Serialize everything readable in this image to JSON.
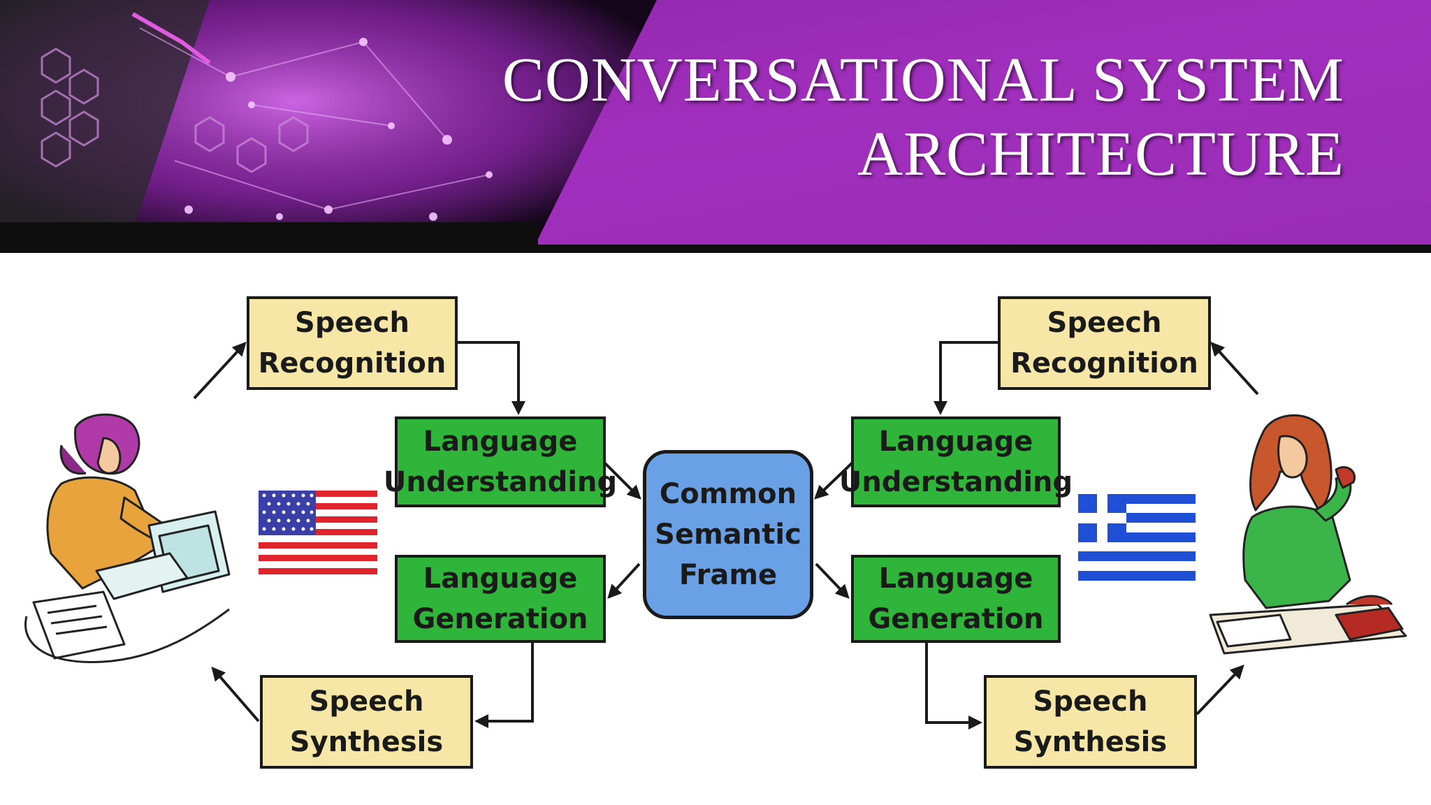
{
  "title": {
    "line1": "CONVERSATIONAL SYSTEM",
    "line2": "ARCHITECTURE"
  },
  "colors": {
    "header_purple": "#9a2cb6",
    "header_dark": "#1c0a22",
    "box_yellow": "#f6e7a6",
    "box_green": "#2fb53a",
    "box_blue": "#6aa1e6",
    "box_border": "#1a1a1a"
  },
  "diagram": {
    "left": {
      "speech_recognition": {
        "line1": "Speech",
        "line2": "Recognition"
      },
      "language_understanding": {
        "line1": "Language",
        "line2": "Understanding"
      },
      "language_generation": {
        "line1": "Language",
        "line2": "Generation"
      },
      "speech_synthesis": {
        "line1": "Speech",
        "line2": "Synthesis"
      },
      "flag": "us-flag-icon",
      "person": "woman-at-computer-icon"
    },
    "center": {
      "common_semantic_frame": {
        "line1": "Common",
        "line2": "Semantic",
        "line3": "Frame"
      }
    },
    "right": {
      "speech_recognition": {
        "line1": "Speech",
        "line2": "Recognition"
      },
      "language_understanding": {
        "line1": "Language",
        "line2": "Understanding"
      },
      "language_generation": {
        "line1": "Language",
        "line2": "Generation"
      },
      "speech_synthesis": {
        "line1": "Speech",
        "line2": "Synthesis"
      },
      "flag": "greece-flag-icon",
      "person": "woman-on-phone-icon"
    }
  }
}
